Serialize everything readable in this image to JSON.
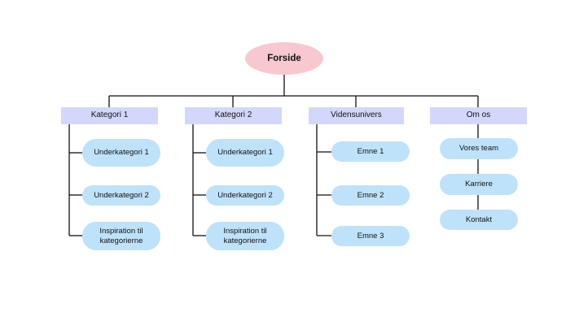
{
  "root": {
    "label": "Forside"
  },
  "categories": [
    {
      "label": "Kategori 1",
      "children": [
        "Underkategori 1",
        "Underkategori 2",
        "Inspiration til kategorierne"
      ]
    },
    {
      "label": "Kategori 2",
      "children": [
        "Underkategori 1",
        "Underkategori 2",
        "Inspiration til kategorierne"
      ]
    },
    {
      "label": "Vidensunivers",
      "children": [
        "Emne 1",
        "Emne 2",
        "Emne 3"
      ]
    },
    {
      "label": "Om os",
      "children": [
        "Vores team",
        "Karriere",
        "Kontakt"
      ]
    }
  ],
  "colors": {
    "root_fill": "#f7c8d0",
    "category_fill": "#d3d8fa",
    "leaf_fill": "#bfe2fb",
    "line": "#111111"
  }
}
